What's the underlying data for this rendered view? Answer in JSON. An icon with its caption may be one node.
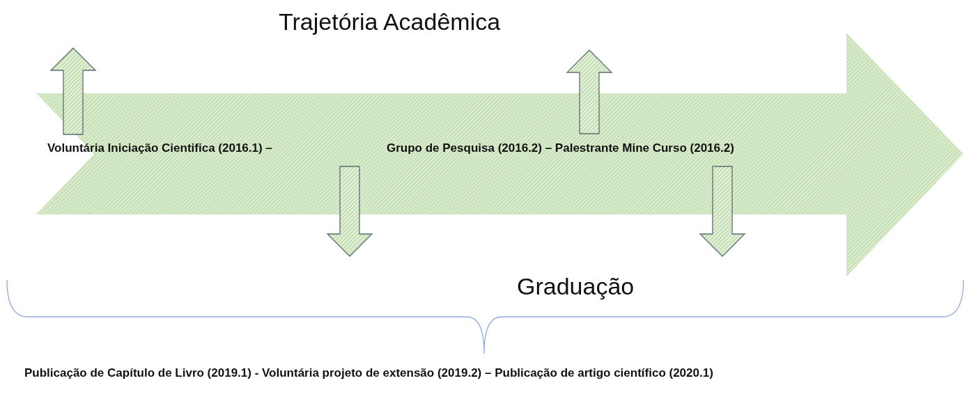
{
  "diagram": {
    "title": "Trajetória Acadêmica",
    "nodes": [
      {
        "text": [
          "Voluntária Iniciação Cientifica (2016.1) –",
          "Grupo de Pesquisa (2016.2) – Palestrante Mine Curso (2016.2)"
        ]
      }
    ],
    "labels": [
      "Graduação",
      "Publicação de Capítulo de Livro (2019.1) - Voluntária projeto de extensão (2019.2) – Publicação de artigo científico (2020.1)"
    ]
  }
}
